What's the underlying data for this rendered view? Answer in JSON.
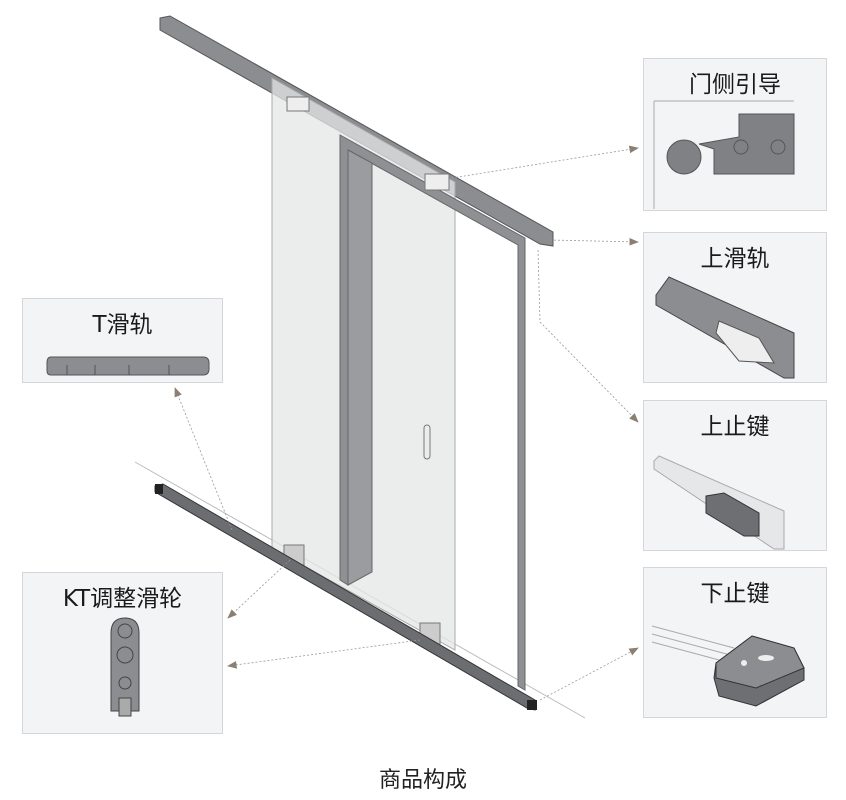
{
  "caption": "商品构成",
  "parts": {
    "door_guide": {
      "label": "门侧引导",
      "icon": "door-guide-part"
    },
    "top_rail": {
      "label": "上滑轨",
      "icon": "top-rail-part"
    },
    "top_stopper": {
      "label": "上止键",
      "icon": "top-stopper-part"
    },
    "bottom_stopper": {
      "label": "下止键",
      "icon": "bottom-stopper-part"
    },
    "t_rail": {
      "label": "T滑轨",
      "icon": "t-rail-part"
    },
    "kt_roller": {
      "label": "KT调整滑轮",
      "icon": "kt-roller-part"
    }
  },
  "colors": {
    "part": "#7f8184",
    "box_bg": "#f3f4f6",
    "leader": "#8a7f72"
  }
}
